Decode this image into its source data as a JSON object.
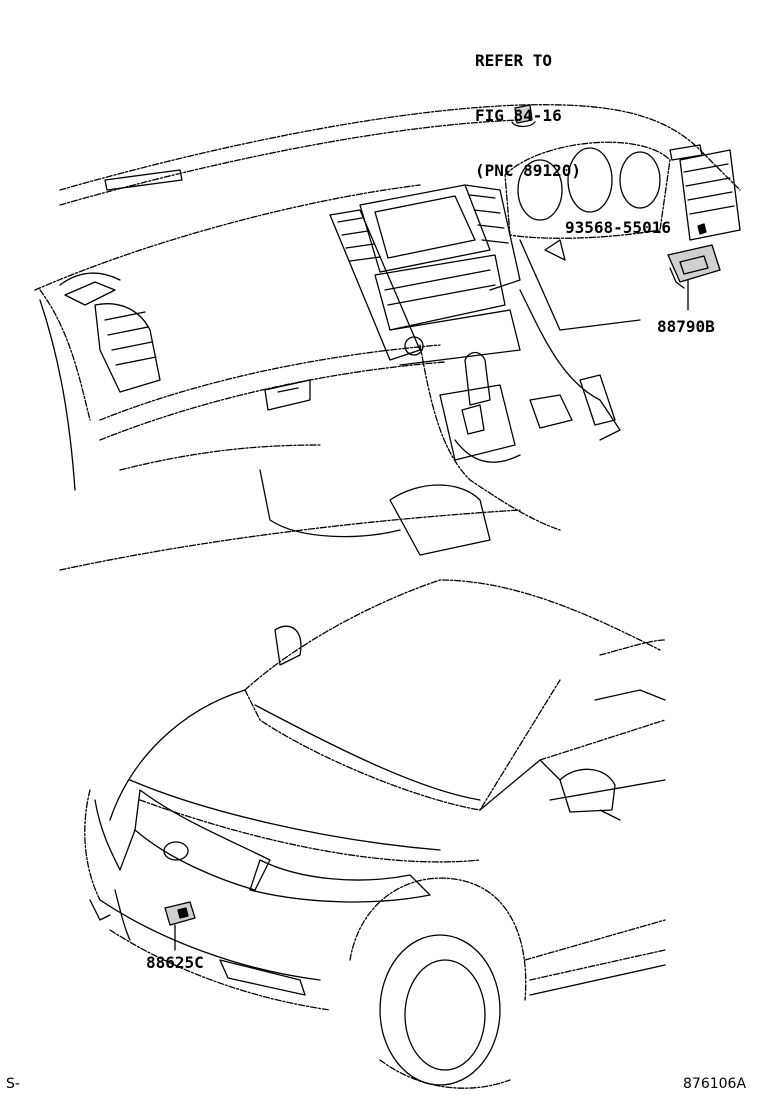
{
  "reference_note": {
    "line1": "REFER TO",
    "line2": "FIG 84-16",
    "line3": "(PNC 89120)"
  },
  "part_labels": {
    "screw": "93568-55016",
    "upper_module": "88790B",
    "front_sensor": "88625C"
  },
  "footer": {
    "left_code": "S-",
    "drawing_number": "876106A"
  }
}
